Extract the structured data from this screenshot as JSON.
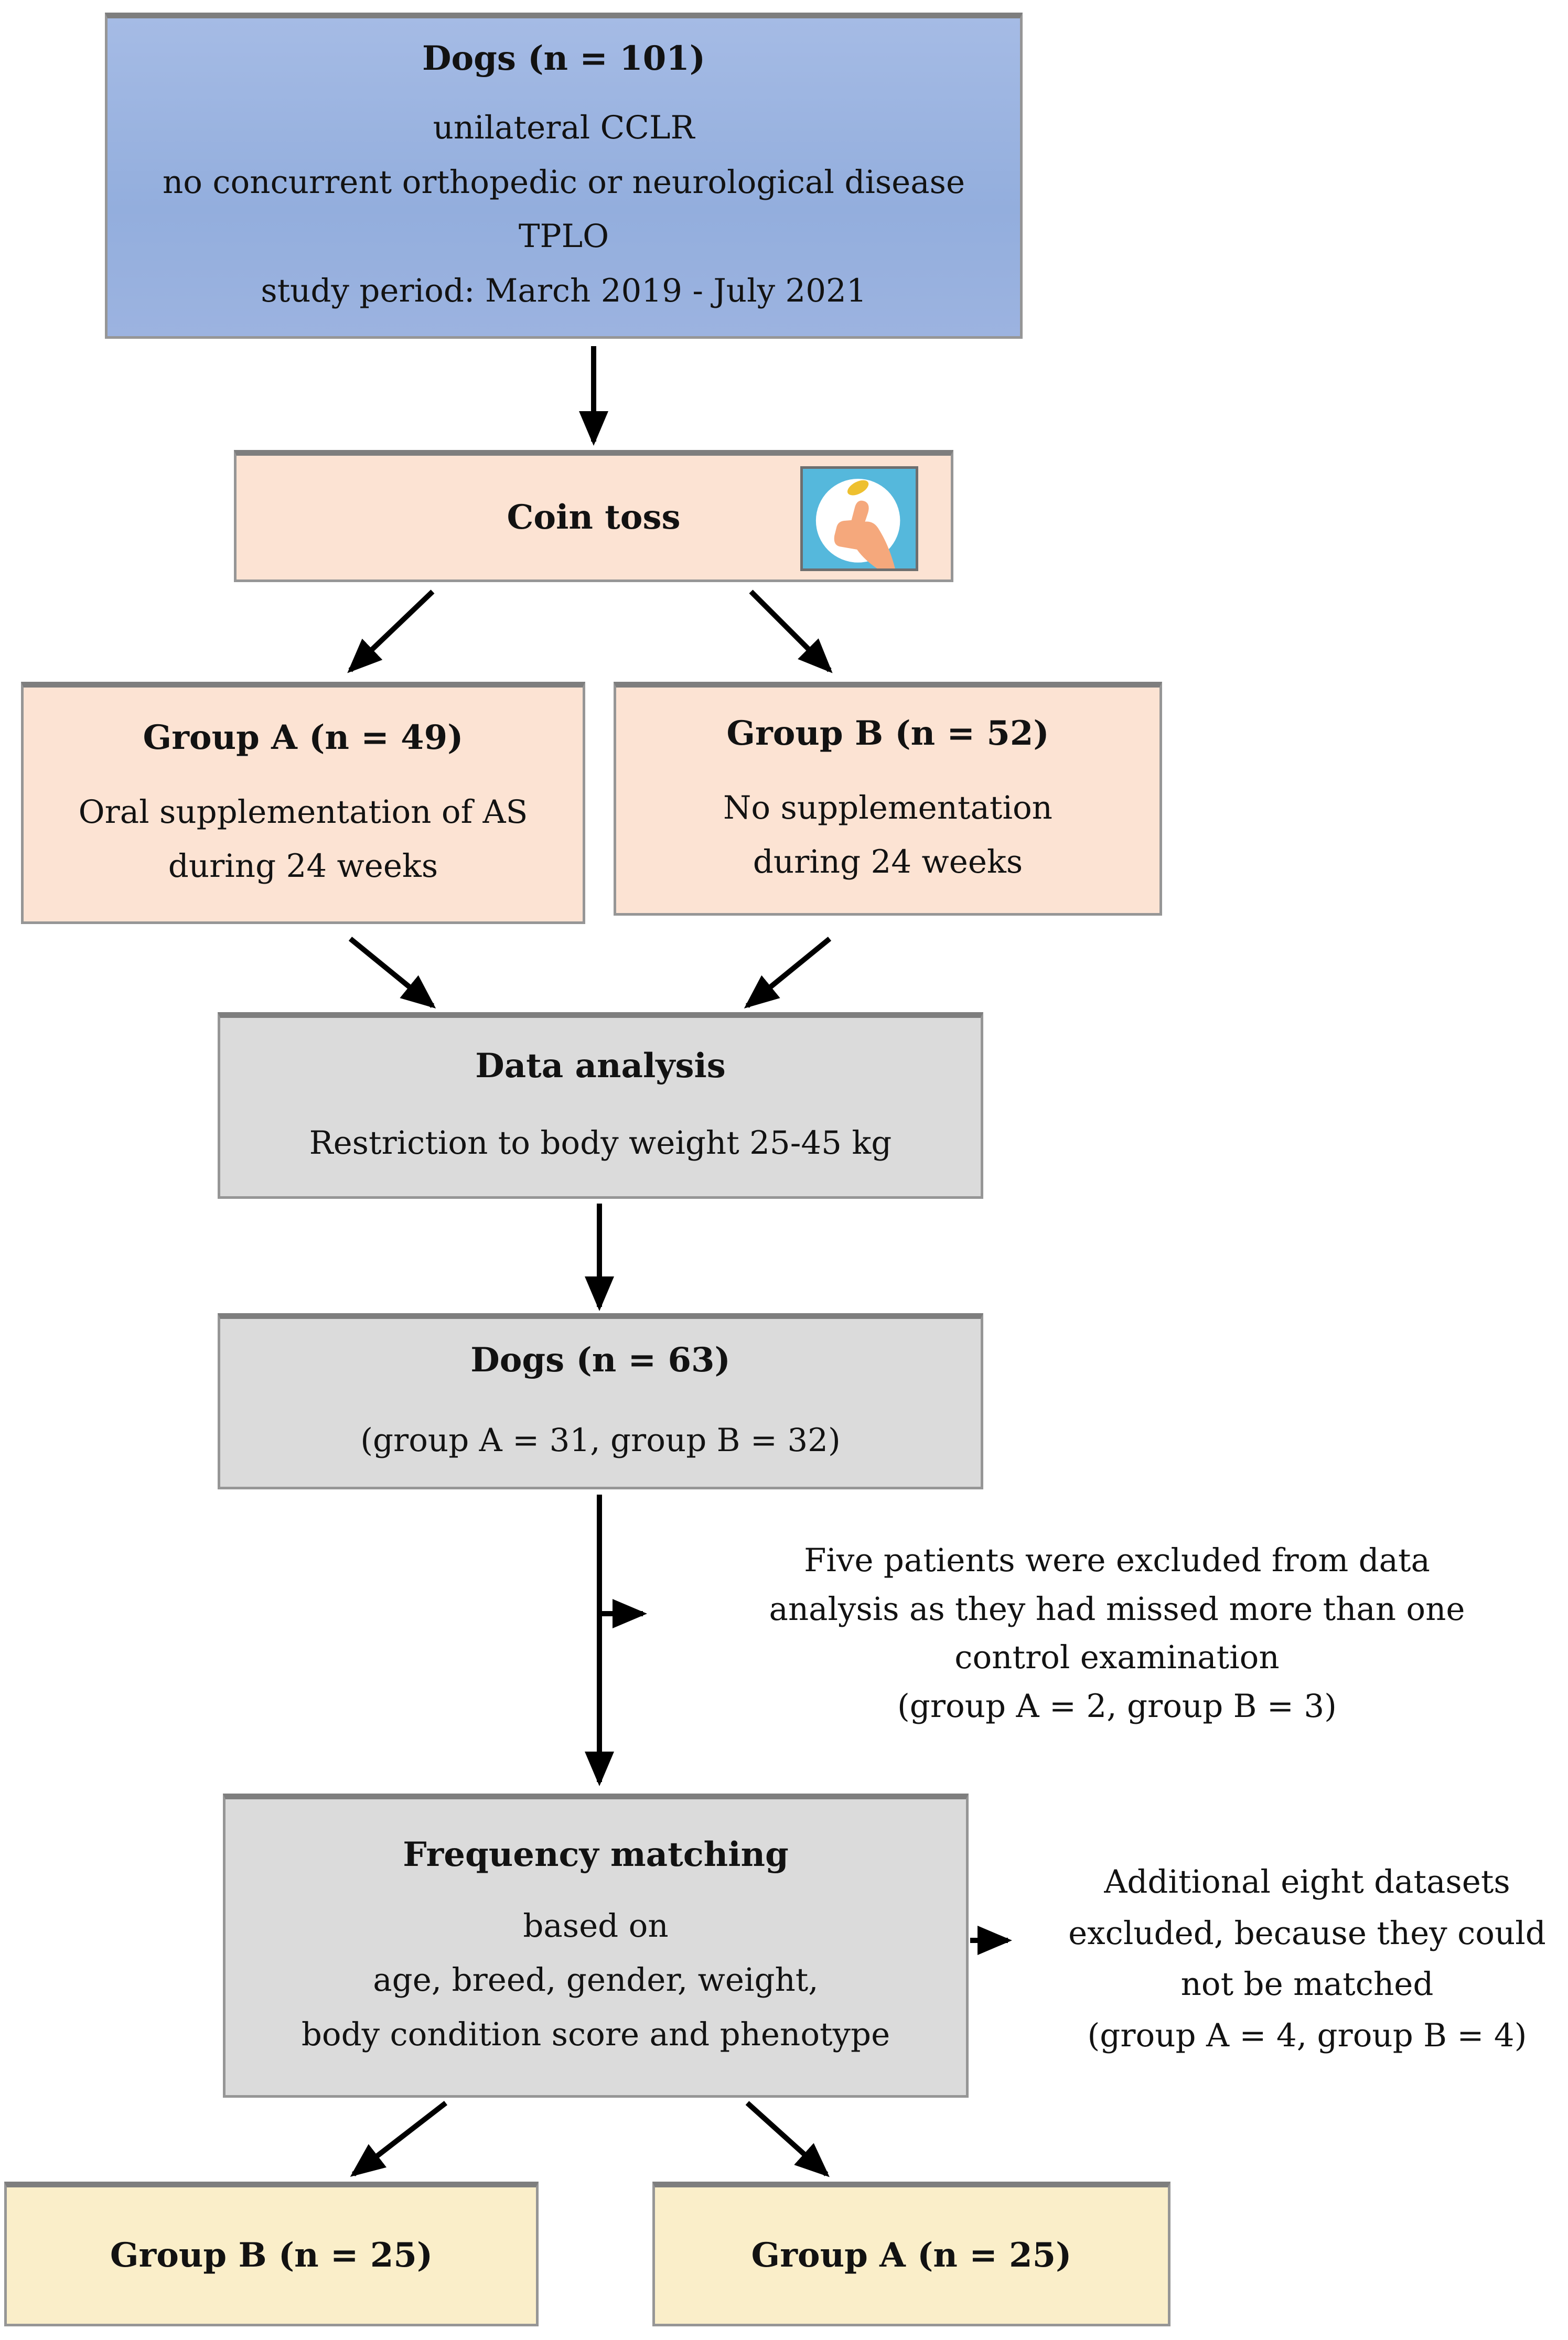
{
  "figure": {
    "kind": "study-flow-diagram",
    "colors": {
      "top_box_blue": "#9bb3e0",
      "randomization_peach": "#fce3d3",
      "analysis_gray": "#dbdbdb",
      "final_cream": "#faeec9",
      "box_border_gray": "#7e7e7e",
      "arrow_black": "#000000",
      "icon_sky_blue": "#55b8dc",
      "icon_coin_yellow": "#eec02f",
      "icon_hand_peach": "#f5a87c"
    },
    "boxes": {
      "dogs101": {
        "title": "Dogs (n = 101)",
        "lines": [
          "unilateral CCLR",
          "no concurrent orthopedic or neurological disease",
          "TPLO",
          "study period: March 2019 - July 2021"
        ]
      },
      "coin_toss": {
        "title": "Coin toss",
        "icon": "coin-flip-icon"
      },
      "group_a_49": {
        "title": "Group A (n = 49)",
        "lines": [
          "Oral supplementation of AS",
          "during 24 weeks"
        ]
      },
      "group_b_52": {
        "title": "Group B (n = 52)",
        "lines": [
          "No supplementation",
          "during 24 weeks"
        ]
      },
      "data_analysis": {
        "title": "Data analysis",
        "lines": [
          "Restriction to body weight 25-45 kg"
        ]
      },
      "dogs63": {
        "title": "Dogs (n = 63)",
        "lines": [
          "(group A = 31, group B = 32)"
        ]
      },
      "frequency_matching": {
        "title": "Frequency matching",
        "lines": [
          "based on",
          "age, breed, gender, weight,",
          "body condition score and phenotype"
        ]
      },
      "group_b_25": {
        "title": "Group B (n = 25)"
      },
      "group_a_25": {
        "title": "Group A (n = 25)"
      }
    },
    "annotations": {
      "excluded_five": {
        "lines": [
          "Five patients were excluded from data",
          "analysis as they had missed more than one",
          "control examination",
          "(group A = 2, group B = 3)"
        ]
      },
      "excluded_eight": {
        "lines": [
          "Additional eight datasets",
          "excluded, because they could",
          "not be matched",
          "(group A = 4, group B = 4)"
        ]
      }
    }
  }
}
